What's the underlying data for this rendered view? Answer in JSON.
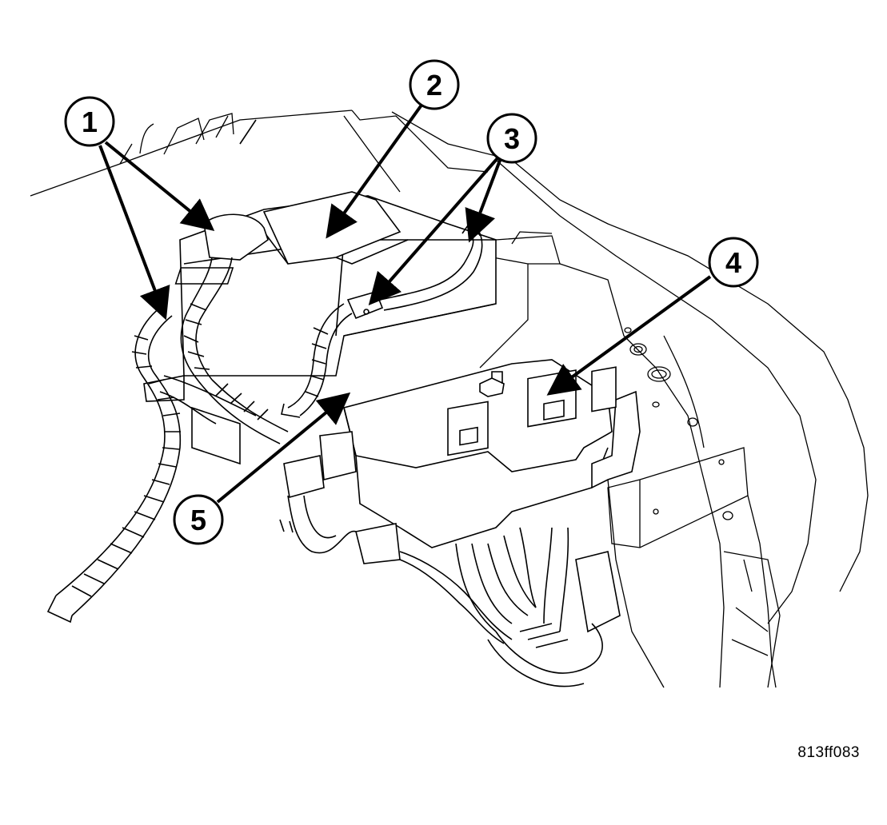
{
  "figure": {
    "reference_code": "813ff083",
    "line_color": "#000000",
    "background_color": "#ffffff"
  },
  "callouts": [
    {
      "number": "1"
    },
    {
      "number": "2"
    },
    {
      "number": "3"
    },
    {
      "number": "4"
    },
    {
      "number": "5"
    }
  ]
}
